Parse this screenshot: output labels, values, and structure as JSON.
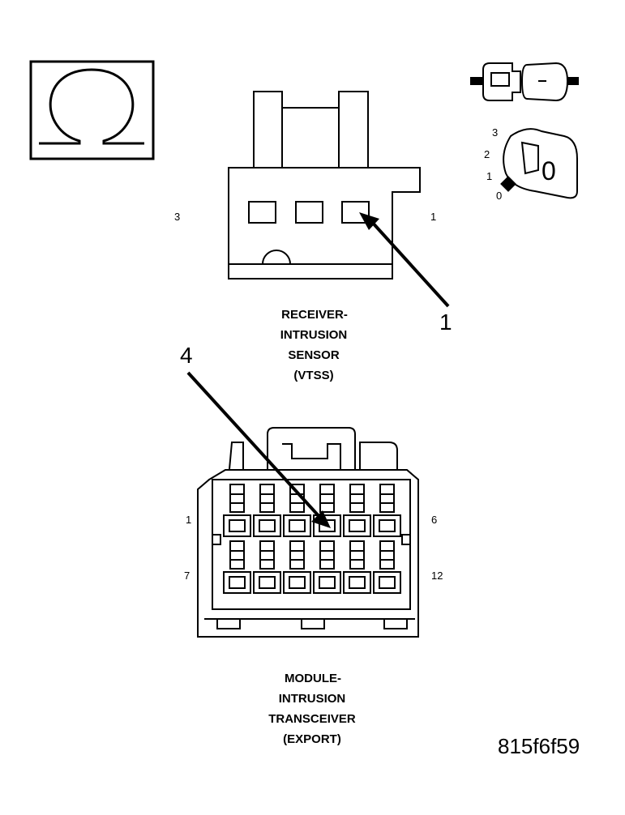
{
  "ohm_symbol": "Ω",
  "receiver": {
    "pin_left": "3",
    "pin_right": "1",
    "callout": "1",
    "label_lines": [
      "RECEIVER-",
      "INTRUSION",
      "SENSOR",
      "(VTSS)"
    ]
  },
  "transceiver": {
    "callout": "4",
    "pin_top_left": "1",
    "pin_top_right": "6",
    "pin_bottom_left": "7",
    "pin_bottom_right": "12",
    "label_lines": [
      "MODULE-",
      "INTRUSION",
      "TRANSCEIVER",
      "(EXPORT)"
    ]
  },
  "key_icon": {
    "positions": [
      "3",
      "2",
      "1",
      "0"
    ],
    "face_symbol": "0"
  },
  "figure_id": "815f6f59"
}
